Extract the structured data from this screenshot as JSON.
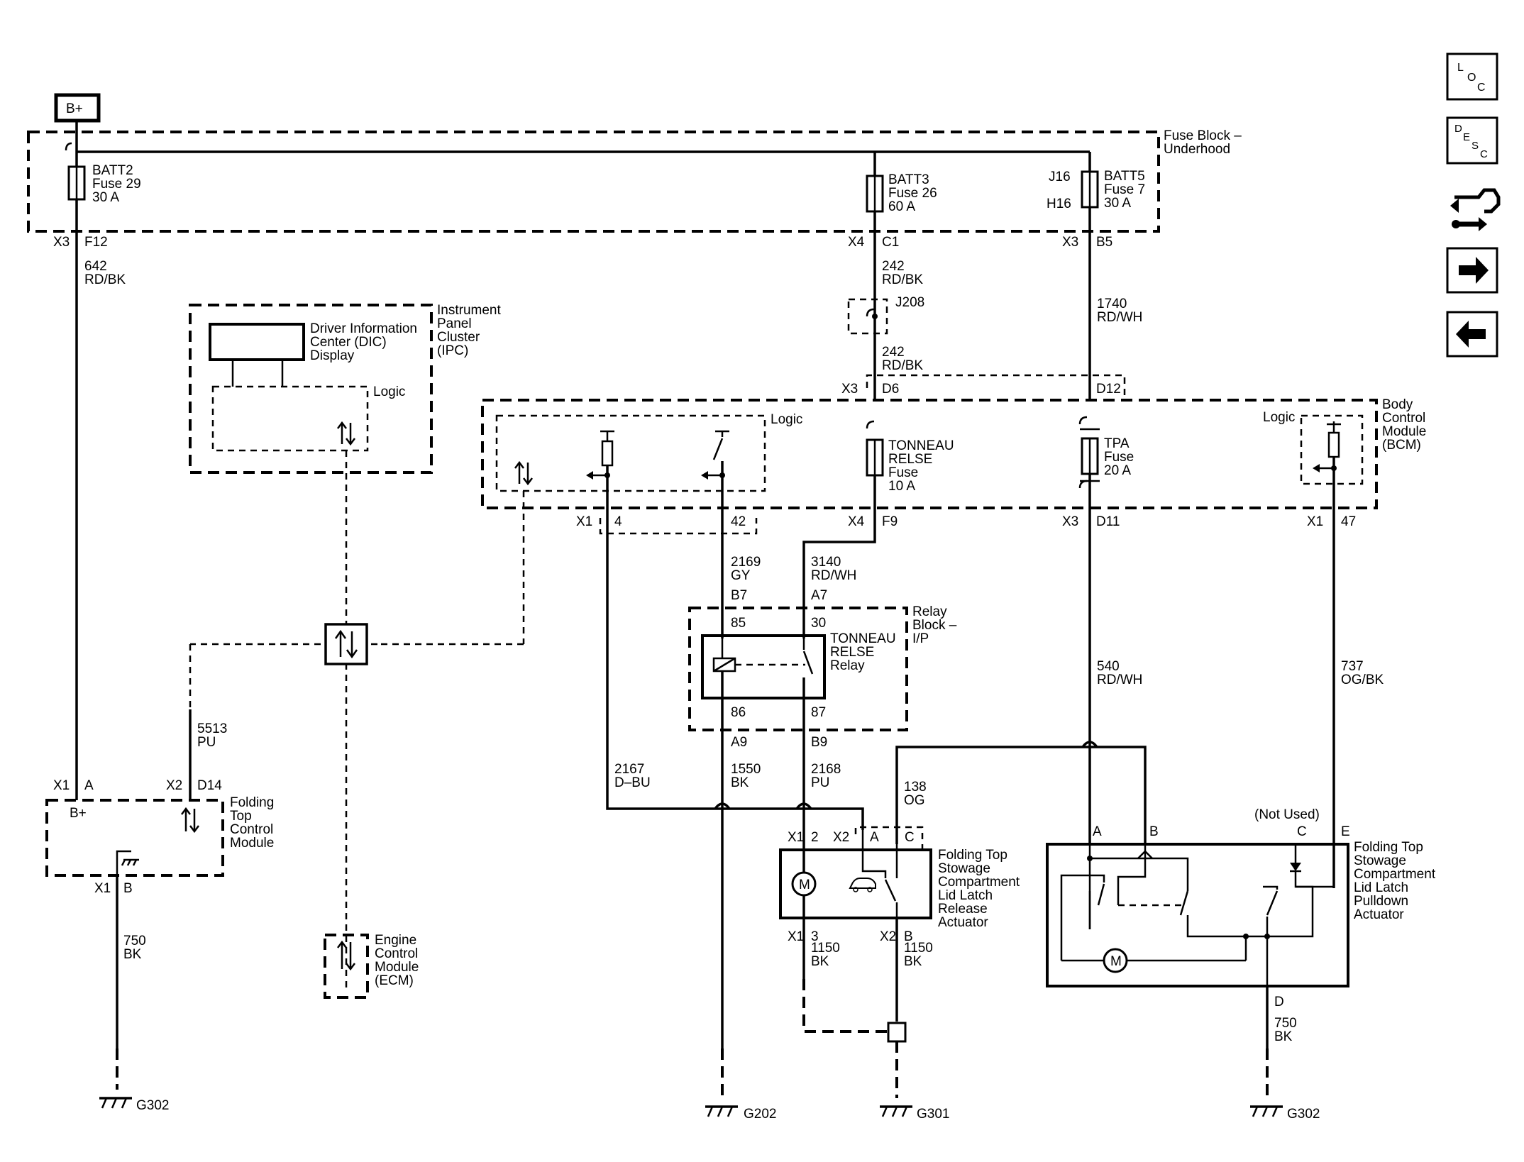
{
  "power": {
    "source": "B+"
  },
  "fuse_block": {
    "title": [
      "Fuse Block –",
      "Underhood"
    ],
    "fuses": {
      "batt2": [
        "BATT2",
        "Fuse 29",
        "30 A"
      ],
      "batt3": [
        "BATT3",
        "Fuse 26",
        "60 A"
      ],
      "batt5": [
        "BATT5",
        "Fuse 7",
        "30 A"
      ],
      "batt5_pins": [
        "J16",
        "H16"
      ]
    },
    "pins": {
      "p1_conn": "X3",
      "p1_pin": "F12",
      "p2_conn": "X4",
      "p2_pin": "C1",
      "p3_conn": "X3",
      "p3_pin": "B5"
    }
  },
  "wires": {
    "w642": [
      "642",
      "RD/BK"
    ],
    "w242a": [
      "242",
      "RD/BK"
    ],
    "w242b": [
      "242",
      "RD/BK"
    ],
    "w1740": [
      "1740",
      "RD/WH"
    ],
    "w2169": [
      "2169",
      "GY"
    ],
    "w3140": [
      "3140",
      "RD/WH"
    ],
    "w540": [
      "540",
      "RD/WH"
    ],
    "w737": [
      "737",
      "OG/BK"
    ],
    "w5513": [
      "5513",
      "PU"
    ],
    "w2167": [
      "2167",
      "D–BU"
    ],
    "w1550": [
      "1550",
      "BK"
    ],
    "w2168": [
      "2168",
      "PU"
    ],
    "w138": [
      "138",
      "OG"
    ],
    "w1150a": [
      "1150",
      "BK"
    ],
    "w1150b": [
      "1150",
      "BK"
    ],
    "w750a": [
      "750",
      "BK"
    ],
    "w750b": [
      "750",
      "BK"
    ]
  },
  "splice": {
    "j208": "J208"
  },
  "ipc": {
    "title": [
      "Instrument",
      "Panel",
      "Cluster",
      "(IPC)"
    ],
    "dic": [
      "Driver Information",
      "Center (DIC)",
      "Display"
    ],
    "logic": "Logic"
  },
  "bcm": {
    "title": [
      "Body",
      "Control",
      "Module",
      "(BCM)"
    ],
    "logic_left": "Logic",
    "logic_right": "Logic",
    "tonneau_fuse": [
      "TONNEAU",
      "RELSE",
      "Fuse",
      "10 A"
    ],
    "tpa_fuse": [
      "TPA",
      "Fuse",
      "20 A"
    ],
    "top_pins": {
      "conn": "X3",
      "d6": "D6",
      "d12": "D12"
    },
    "bottom_pins": {
      "x1a": "X1",
      "p4": "4",
      "p42": "42",
      "x4": "X4",
      "f9": "F9",
      "x3": "X3",
      "d11": "D11",
      "x1b": "X1",
      "p47": "47"
    }
  },
  "relay": {
    "title": [
      "Relay",
      "Block –",
      "I/P"
    ],
    "name": [
      "TONNEAU",
      "RELSE",
      "Relay"
    ],
    "pins": {
      "b7": "B7",
      "a7": "A7",
      "p85": "85",
      "p30": "30",
      "p86": "86",
      "p87": "87",
      "a9": "A9",
      "b9": "B9"
    }
  },
  "ftcm": {
    "title": [
      "Folding",
      "Top",
      "Control",
      "Module"
    ],
    "bplus": "B+",
    "pins": {
      "x1": "X1",
      "a": "A",
      "x2": "X2",
      "d14": "D14",
      "x1b": "X1",
      "b": "B"
    }
  },
  "ecm": {
    "title": [
      "Engine",
      "Control",
      "Module",
      "(ECM)"
    ]
  },
  "release_actuator": {
    "title": [
      "Folding Top",
      "Stowage",
      "Compartment",
      "Lid Latch",
      "Release",
      "Actuator"
    ],
    "pins": {
      "x1": "X1",
      "p2": "2",
      "x2": "X2",
      "a": "A",
      "c": "C",
      "x1b": "X1",
      "p3": "3",
      "x2b": "X2",
      "b": "B"
    },
    "motor": "M"
  },
  "pulldown_actuator": {
    "title": [
      "Folding Top",
      "Stowage",
      "Compartment",
      "Lid Latch",
      "Pulldown",
      "Actuator"
    ],
    "not_used": "(Not Used)",
    "pins": {
      "a": "A",
      "b": "B",
      "c": "C",
      "e": "E",
      "d": "D"
    },
    "motor": "M"
  },
  "grounds": {
    "g302a": "G302",
    "g202": "G202",
    "g301": "G301",
    "g302b": "G302"
  },
  "nav": {
    "loc": [
      "L",
      "O",
      "C"
    ],
    "desc": [
      "D",
      "E",
      "S",
      "C"
    ]
  }
}
